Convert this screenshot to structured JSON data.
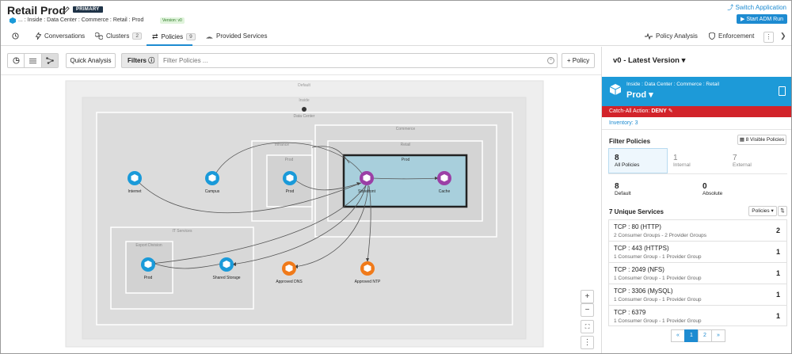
{
  "header": {
    "title": "Retail Prod",
    "primary_badge": "PRIMARY",
    "breadcrumb": "... : Inside : Data Center : Commerce : Retail : Prod",
    "version_badge": "Version: v0",
    "switch_app": "⤴ Switch Application",
    "start_adm": "▶ Start ADM Run"
  },
  "tabs": {
    "history_icon": "history-icon",
    "conversations": "Conversations",
    "clusters": "Clusters",
    "clusters_count": "2",
    "policies": "Policies",
    "policies_count": "9",
    "provided_services": "Provided Services",
    "policy_analysis": "Policy Analysis",
    "enforcement": "Enforcement"
  },
  "toolbar": {
    "quick_analysis": "Quick Analysis",
    "filters_label": "Filters ⓘ",
    "filter_placeholder": "Filter Policies ...",
    "add_policy": "+ Policy"
  },
  "graph": {
    "outer_label": "Default",
    "inside_label": "Inside",
    "datacenter_label": "Data Center",
    "commerce_label": "Commerce",
    "retail_label": "Retail",
    "infra_label": "Infrance",
    "infra_prod_label": "Prod",
    "retail_prod_label": "Prod",
    "services_label": "IT Services",
    "export_label": "Export Division",
    "nodes": {
      "internet": "Internet",
      "campus": "Campus",
      "prod": "Prod",
      "storefront": "Storefront",
      "cache": "Cache",
      "prod2": "Prod",
      "shared_storage": "Shared Storage",
      "dns": "Approved DNS",
      "ntp": "Approved NTP"
    },
    "colors": {
      "blue": "#1a9ad9",
      "purple": "#9b3fa6",
      "orange": "#f07a1a"
    }
  },
  "panel": {
    "version_title": "v0 - Latest Version ▾",
    "scope_path": "Inside : Data Center : Commerce : Retail",
    "scope_name": "Prod ▾",
    "catch_all": "Catch-All Action:",
    "catch_all_value": "DENY",
    "inventory": "Inventory: 3",
    "filter_title": "Filter Policies",
    "visible_policies": "▦ 8 Visible Policies",
    "stats": {
      "all_n": "8",
      "all_l": "All Policies",
      "internal_n": "1",
      "internal_l": "Internal",
      "external_n": "7",
      "external_l": "External",
      "default_n": "8",
      "default_l": "Default",
      "absolute_n": "0",
      "absolute_l": "Absolute"
    },
    "services_title": "7 Unique Services",
    "policies_btn": "Policies ▾",
    "sort_btn": "⇅",
    "services": [
      {
        "svc": "TCP : 80 (HTTP)",
        "groups": "2 Consumer Groups - 2 Provider Groups",
        "count": "2"
      },
      {
        "svc": "TCP : 443 (HTTPS)",
        "groups": "1 Consumer Group - 1 Provider Group",
        "count": "1"
      },
      {
        "svc": "TCP : 2049 (NFS)",
        "groups": "1 Consumer Group - 1 Provider Group",
        "count": "1"
      },
      {
        "svc": "TCP : 3306 (MySQL)",
        "groups": "1 Consumer Group - 1 Provider Group",
        "count": "1"
      },
      {
        "svc": "TCP : 6379",
        "groups": "1 Consumer Group - 1 Provider Group",
        "count": "1"
      }
    ],
    "pager": {
      "prev": "«",
      "p1": "1",
      "p2": "2",
      "next": "»"
    }
  }
}
